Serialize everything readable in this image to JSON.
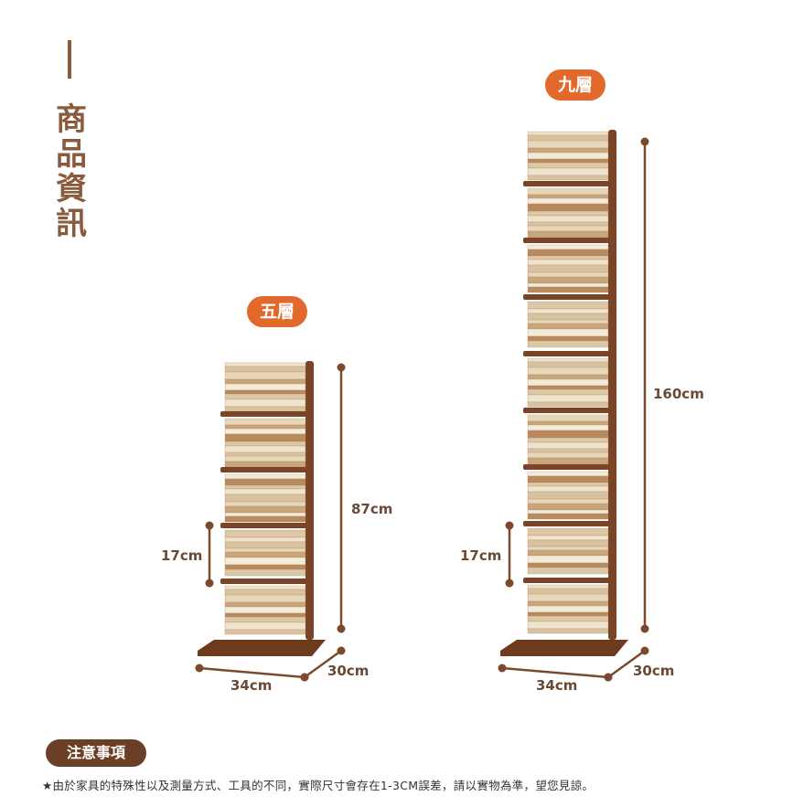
{
  "title": "商品資訊",
  "products": [
    {
      "badge": "五層",
      "height_label": "87cm",
      "tier_label": "17cm",
      "width_label": "34cm",
      "depth_label": "30cm",
      "tiers": 5
    },
    {
      "badge": "九層",
      "height_label": "160cm",
      "tier_label": "17cm",
      "width_label": "34cm",
      "depth_label": "30cm",
      "tiers": 9
    }
  ],
  "notes": {
    "heading": "注意事項",
    "text": "★由於家具的特殊性以及測量方式、工具的不同，實際尺寸會存在1-3CM誤差，請以實物為準，望您見諒。"
  },
  "colors": {
    "accent": "#e2692c",
    "wood": "#7a4526",
    "dim_line": "#7a4a2e",
    "title": "#8a5a3c"
  }
}
